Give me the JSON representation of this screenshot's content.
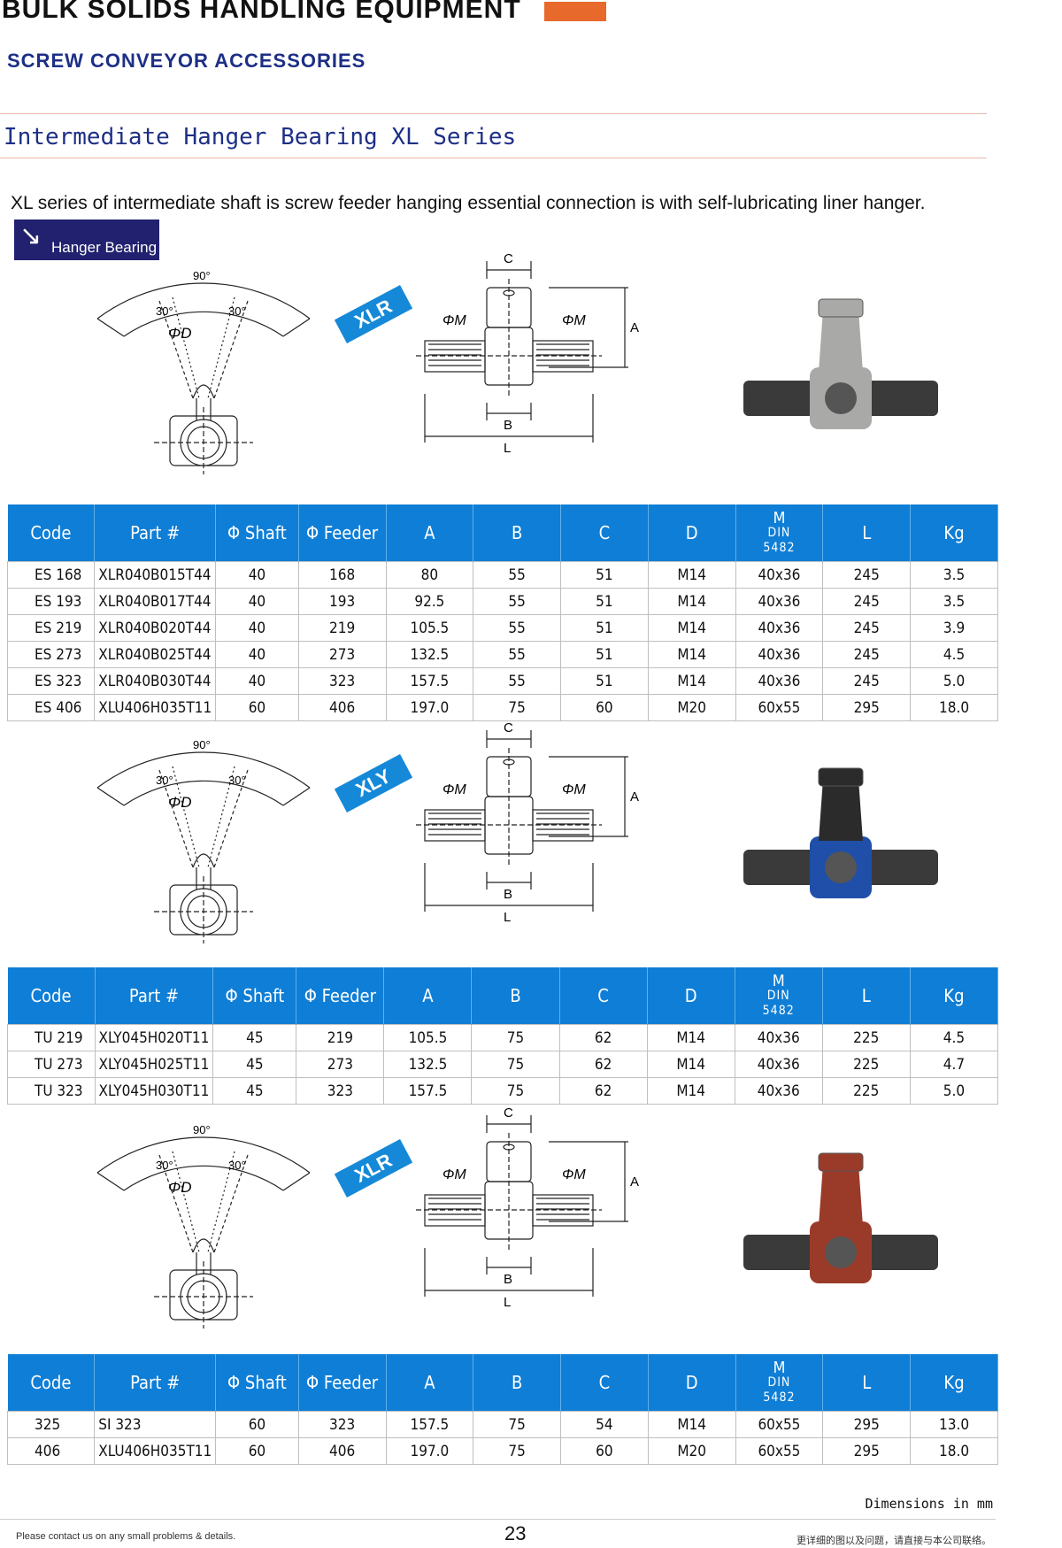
{
  "header": {
    "title": "BULK  SOLIDS  HANDLING EQUIPMENT",
    "accent": "#e8692c"
  },
  "subtitle": "SCREW CONVEYOR ACCESSORIES",
  "section_title": "Intermediate Hanger Bearing XL Series",
  "description": "XL  series of intermediate shaft is screw feeder hanging essential connection is with self-lubricating liner hanger.",
  "badge": {
    "label": "Hanger Bearing",
    "color": "#21216f"
  },
  "columns": [
    "Code",
    "Part #",
    "Φ Shaft",
    "Φ Feeder",
    "A",
    "B",
    "C",
    "D",
    "M",
    "DIN",
    "5482",
    "L",
    "Kg"
  ],
  "diagram_labels": {
    "angle": "90°",
    "sub_angle": "30°",
    "dia_d": "ΦD",
    "dia_m": "ΦM",
    "a": "A",
    "b": "B",
    "c": "C",
    "l": "L"
  },
  "sections": [
    {
      "tag": "XLR",
      "rows": [
        [
          "ES 168",
          "XLR040B015T44",
          "40",
          "168",
          "80",
          "55",
          "51",
          "M14",
          "40x36",
          "245",
          "3.5"
        ],
        [
          "ES 193",
          "XLR040B017T44",
          "40",
          "193",
          "92.5",
          "55",
          "51",
          "M14",
          "40x36",
          "245",
          "3.5"
        ],
        [
          "ES 219",
          "XLR040B020T44",
          "40",
          "219",
          "105.5",
          "55",
          "51",
          "M14",
          "40x36",
          "245",
          "3.9"
        ],
        [
          "ES 273",
          "XLR040B025T44",
          "40",
          "273",
          "132.5",
          "55",
          "51",
          "M14",
          "40x36",
          "245",
          "4.5"
        ],
        [
          "ES 323",
          "XLR040B030T44",
          "40",
          "323",
          "157.5",
          "55",
          "51",
          "M14",
          "40x36",
          "245",
          "5.0"
        ],
        [
          "ES 406",
          "XLU406H035T11",
          "60",
          "406",
          "197.0",
          "75",
          "60",
          "M20",
          "60x55",
          "295",
          "18.0"
        ]
      ]
    },
    {
      "tag": "XLY",
      "rows": [
        [
          "TU 219",
          "XLY045H020T11",
          "45",
          "219",
          "105.5",
          "75",
          "62",
          "M14",
          "40x36",
          "225",
          "4.5"
        ],
        [
          "TU 273",
          "XLY045H025T11",
          "45",
          "273",
          "132.5",
          "75",
          "62",
          "M14",
          "40x36",
          "225",
          "4.7"
        ],
        [
          "TU 323",
          "XLY045H030T11",
          "45",
          "323",
          "157.5",
          "75",
          "62",
          "M14",
          "40x36",
          "225",
          "5.0"
        ]
      ]
    },
    {
      "tag": "XLR",
      "rows": [
        [
          "325",
          "SI 323",
          "60",
          "323",
          "157.5",
          "75",
          "54",
          "M14",
          "60x55",
          "295",
          "13.0"
        ],
        [
          "406",
          "XLU406H035T11",
          "60",
          "406",
          "197.0",
          "75",
          "60",
          "M20",
          "60x55",
          "295",
          "18.0"
        ]
      ]
    }
  ],
  "footer": {
    "dimensions_note": "Dimensions in mm",
    "contact_en": "Please contact us on any small problems & details.",
    "page_number": "23",
    "contact_cn": "更详细的图以及问题，请直接与本公司联络。"
  }
}
